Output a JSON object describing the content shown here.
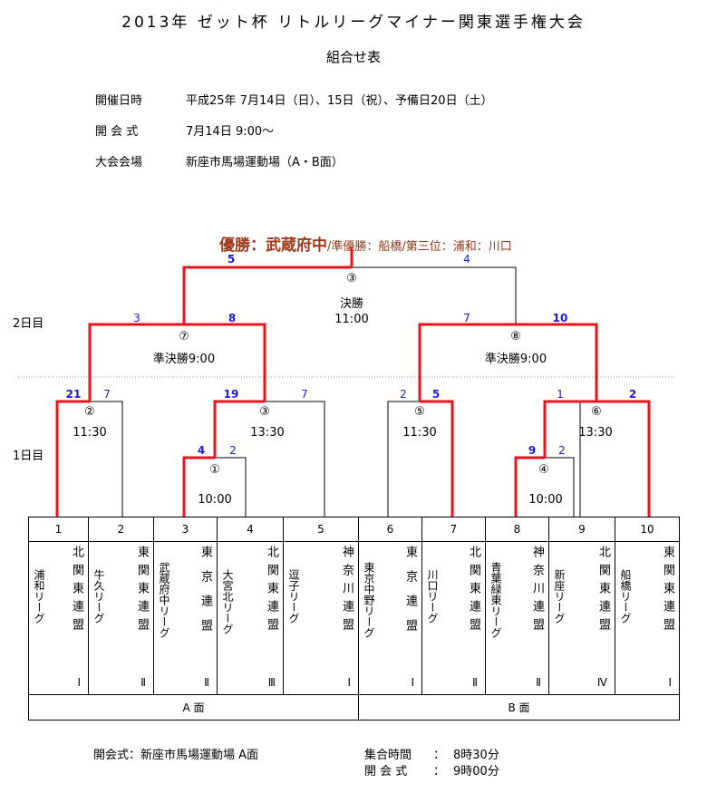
{
  "header": {
    "title": "2013年 ゼット杯 リトルリーグマイナー関東選手権大会",
    "subtitle": "組合せ表"
  },
  "info": [
    {
      "label": "開催日時",
      "value": "平成25年 7月14日（日）、15日（祝）、予備日20日（土）"
    },
    {
      "label": "開 会 式",
      "value": "7月14日 9:00〜"
    },
    {
      "label": "大会会場",
      "value": "新座市馬場運動場（A・B面）"
    }
  ],
  "result": {
    "champion": "優勝：武蔵府中",
    "others": "/準優勝：船橋/第三位：浦和：川口"
  },
  "days": {
    "day2": "2日目",
    "day1": "1日目"
  },
  "matches": {
    "m1": {
      "num": "①",
      "time": "10:00",
      "score_left": "4",
      "score_right": "2"
    },
    "m2": {
      "num": "②",
      "time": "11:30",
      "score_left": "21",
      "score_right": "7"
    },
    "m3": {
      "num": "③",
      "time": "13:30",
      "score_left": "19",
      "score_right": "7"
    },
    "m4": {
      "num": "④",
      "time": "10:00",
      "score_left": "9",
      "score_right": "2"
    },
    "m5": {
      "num": "⑤",
      "time": "11:30",
      "score_left": "2",
      "score_right": "5"
    },
    "m6": {
      "num": "⑥",
      "time": "13:30",
      "score_left": "1",
      "score_right": "2"
    },
    "m7": {
      "num": "⑦",
      "label": "準決勝9:00",
      "score_left": "3",
      "score_right": "8"
    },
    "m8": {
      "num": "⑧",
      "label": "準決勝9:00",
      "score_left": "7",
      "score_right": "10"
    },
    "final": {
      "num": "③",
      "label": "決勝",
      "time": "11:00",
      "score_left": "5",
      "score_right": "4"
    }
  },
  "teams": [
    {
      "num": "1",
      "name": "浦和リーグ",
      "league": "北関東連盟",
      "division": "Ⅰ"
    },
    {
      "num": "2",
      "name": "牛久リーグ",
      "league": "東関東連盟",
      "division": "Ⅱ"
    },
    {
      "num": "3",
      "name": "武蔵府中リーグ",
      "league": "東京連盟",
      "division": "Ⅱ"
    },
    {
      "num": "4",
      "name": "大宮北リーグ",
      "league": "北関東連盟",
      "division": "Ⅲ"
    },
    {
      "num": "5",
      "name": "逗子リーグ",
      "league": "神奈川連盟",
      "division": "Ⅰ"
    },
    {
      "num": "6",
      "name": "東京中野リーグ",
      "league": "東京連盟",
      "division": "Ⅰ"
    },
    {
      "num": "7",
      "name": "川口リーグ",
      "league": "北関東連盟",
      "division": "Ⅱ"
    },
    {
      "num": "8",
      "name": "青葉緑東リーグ",
      "league": "神奈川連盟",
      "division": "Ⅱ"
    },
    {
      "num": "9",
      "name": "新座リーグ",
      "league": "北関東連盟",
      "division": "Ⅳ"
    },
    {
      "num": "10",
      "name": "船橋リーグ",
      "league": "東関東連盟",
      "division": "Ⅰ"
    }
  ],
  "courts": {
    "a": "A 面",
    "b": "B 面"
  },
  "footer": {
    "ceremony": "開会式：新座市馬場運動場 A面",
    "gather_label": "集合時間",
    "gather_time": "8時30分",
    "open_label": "開 会 式",
    "open_time": "9時00分",
    "sep": "："
  },
  "colors": {
    "win_line": "#e8141c",
    "line": "#000000",
    "score": "#1a1ad6",
    "champion": "#a0391a"
  }
}
